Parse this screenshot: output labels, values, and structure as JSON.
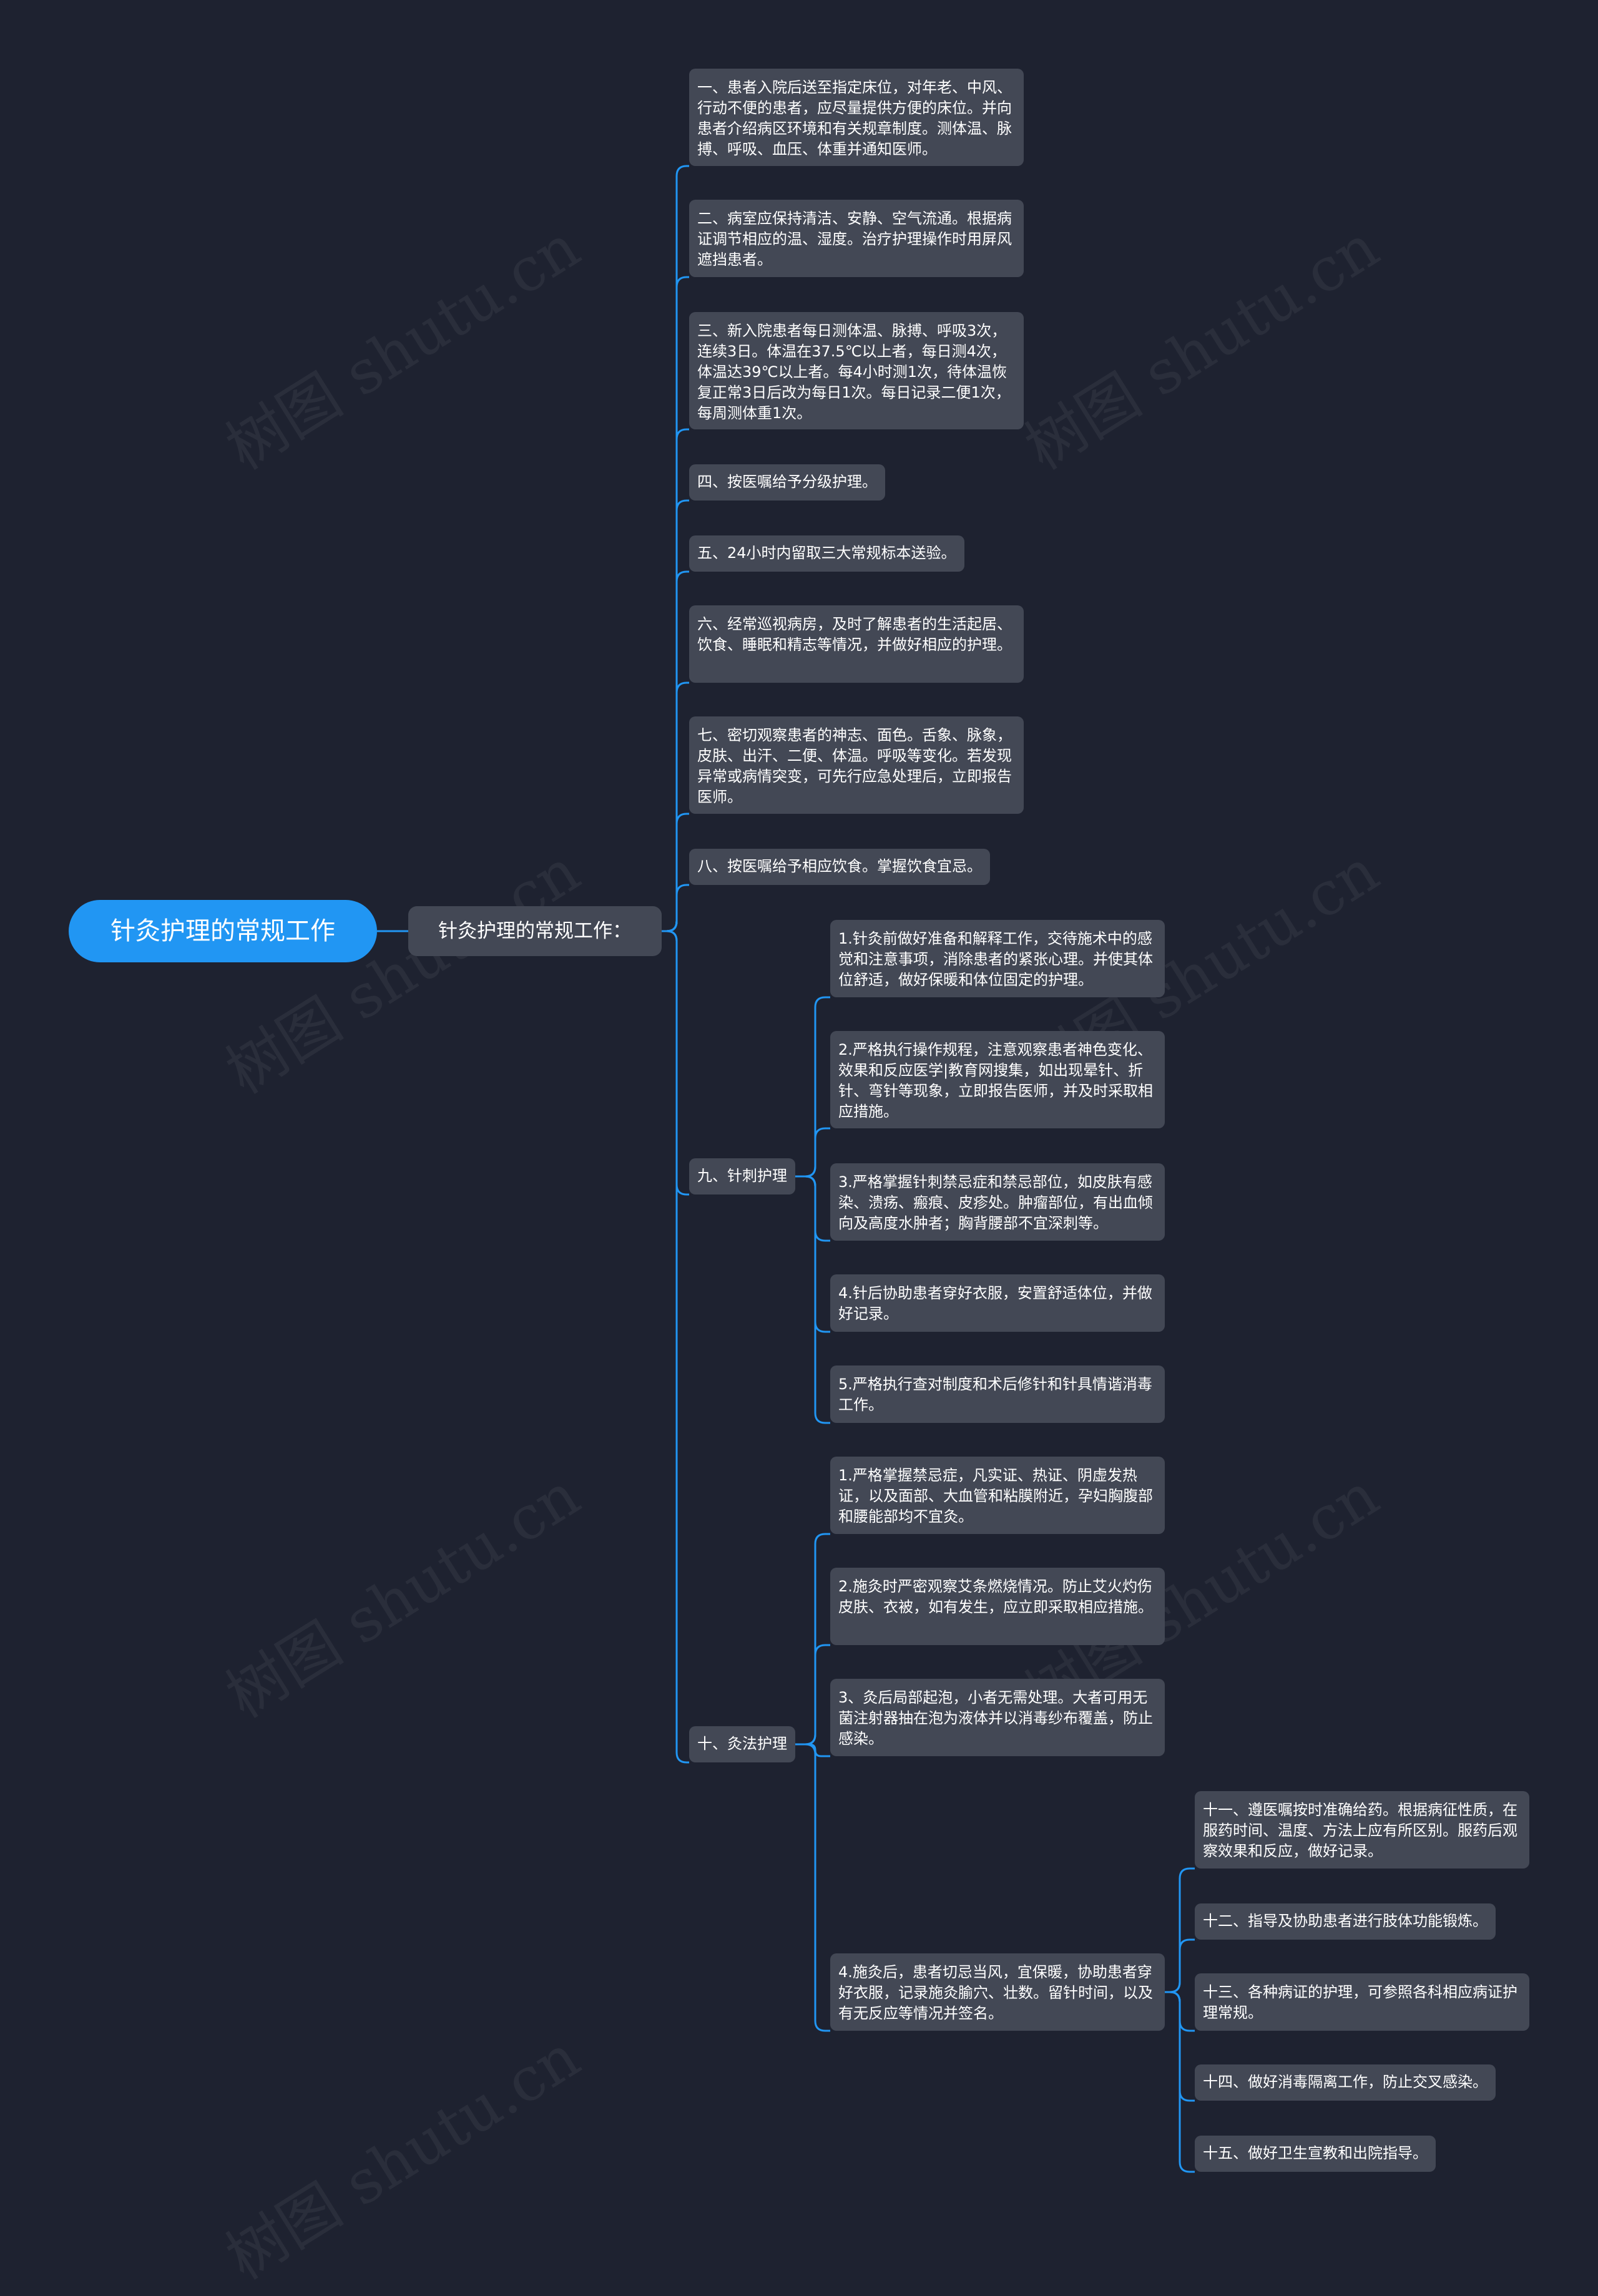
{
  "colors": {
    "background": "#1e2230",
    "root_fill": "#2196f3",
    "node_fill": "#434855",
    "text": "#ffffff",
    "link": "#2196f3"
  },
  "watermark": "树图 shutu.cn",
  "root": {
    "label": "针灸护理的常规工作"
  },
  "hub": {
    "label": "针灸护理的常规工作："
  },
  "items": [
    {
      "label": "一、患者入院后送至指定床位，对年老、中风、行动不便的患者，应尽量提供方便的床位。并向患者介绍病区环境和有关规章制度。测体温、脉搏、呼吸、血压、体重并通知医师。"
    },
    {
      "label": "二、病室应保持清洁、安静、空气流通。根据病证调节相应的温、湿度。治疗护理操作时用屏风遮挡患者。"
    },
    {
      "label": "三、新入院患者每日测体温、脉搏、呼吸3次，连续3日。体温在37.5℃以上者，每日测4次，体温达39℃以上者。每4小时测1次，待体温恢复正常3日后改为每日1次。每日记录二便1次，每周测体重1次。"
    },
    {
      "label": "四、按医嘱给予分级护理。"
    },
    {
      "label": "五、24小时内留取三大常规标本送验。"
    },
    {
      "label": "六、经常巡视病房，及时了解患者的生活起居、饮食、睡眠和精志等情况，并做好相应的护理。"
    },
    {
      "label": "七、密切观察患者的神志、面色。舌象、脉象，皮肤、出汗、二便、体温。呼吸等变化。若发现异常或病情突变，可先行应急处理后，立即报告医师。"
    },
    {
      "label": "八、按医嘱给予相应饮食。掌握饮食宜忌。"
    },
    {
      "label": "九、针刺护理",
      "children": [
        {
          "label": "1.针灸前做好准备和解释工作，交待施术中的感觉和注意事项，消除患者的紧张心理。并使其体位舒适，做好保暖和体位固定的护理。"
        },
        {
          "label": "2.严格执行操作规程，注意观察患者神色变化、效果和反应医学|教育网搜集，如出现晕针、折针、弯针等现象，立即报告医师，并及时采取相应措施。"
        },
        {
          "label": "3.严格掌握针刺禁忌症和禁忌部位，如皮肤有感染、溃疡、瘢痕、皮疹处。肿瘤部位，有出血倾向及高度水肿者；胸背腰部不宜深刺等。"
        },
        {
          "label": "4.针后协助患者穿好衣服，安置舒适体位，并做好记录。"
        },
        {
          "label": "5.严格执行查对制度和术后修针和针具情谐消毒工作。"
        }
      ]
    },
    {
      "label": "十、灸法护理",
      "children": [
        {
          "label": "1.严格掌握禁忌症，凡实证、热证、阴虚发热证，以及面部、大血管和粘膜附近，孕妇胸腹部和腰能部均不宜灸。"
        },
        {
          "label": "2.施灸时严密观察艾条燃烧情况。防止艾火灼伤皮肤、衣被，如有发生，应立即采取相应措施。"
        },
        {
          "label": "3、灸后局部起泡，小者无需处理。大者可用无菌注射器抽在泡为液体并以消毒纱布覆盖，防止感染。"
        },
        {
          "label": "4.施灸后，患者切忌当风，宜保暖，协助患者穿好衣服，记录施灸腧穴、壮数。留针时间，以及有无反应等情况并签名。",
          "children": [
            {
              "label": "十一、遵医嘱按时准确给药。根据病征性质，在服药时间、温度、方法上应有所区别。服药后观察效果和反应，做好记录。"
            },
            {
              "label": "十二、指导及协助患者进行肢体功能锻炼。"
            },
            {
              "label": "十三、各种病证的护理，可参照各科相应病证护理常规。"
            },
            {
              "label": "十四、做好消毒隔离工作，防止交叉感染。"
            },
            {
              "label": "十五、做好卫生宣教和出院指导。"
            }
          ]
        }
      ]
    }
  ]
}
